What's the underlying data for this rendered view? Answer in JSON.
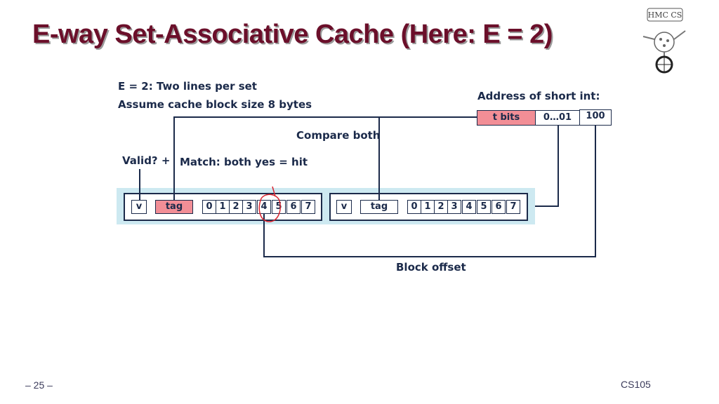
{
  "slide": {
    "title": "E-way Set-Associative Cache (Here: E = 2)",
    "logo_text": "HMC CS",
    "page_number": "– 25 –",
    "course": "CS105"
  },
  "labels": {
    "lines_per_set": "E = 2: Two lines per set",
    "block_size": "Assume cache block size 8 bytes",
    "address_title": "Address of short int:",
    "compare_both": "Compare both",
    "valid": "Valid?  +",
    "match": "Match: both yes = hit",
    "block_offset": "Block offset"
  },
  "address": {
    "tag_field": "t bits",
    "set_field": "0…01",
    "offset_field": "100"
  },
  "cache_lines": [
    {
      "valid": "v",
      "tag": "tag",
      "bytes": [
        "0",
        "1",
        "2",
        "3",
        "4",
        "5",
        "6",
        "7"
      ]
    },
    {
      "valid": "v",
      "tag": "tag",
      "bytes": [
        "0",
        "1",
        "2",
        "3",
        "4",
        "5",
        "6",
        "7"
      ]
    }
  ],
  "colors": {
    "title": "#6b0f2a",
    "set_shade": "#cde9f1",
    "highlight": "#f28e96",
    "annotation": "#d9252f"
  }
}
